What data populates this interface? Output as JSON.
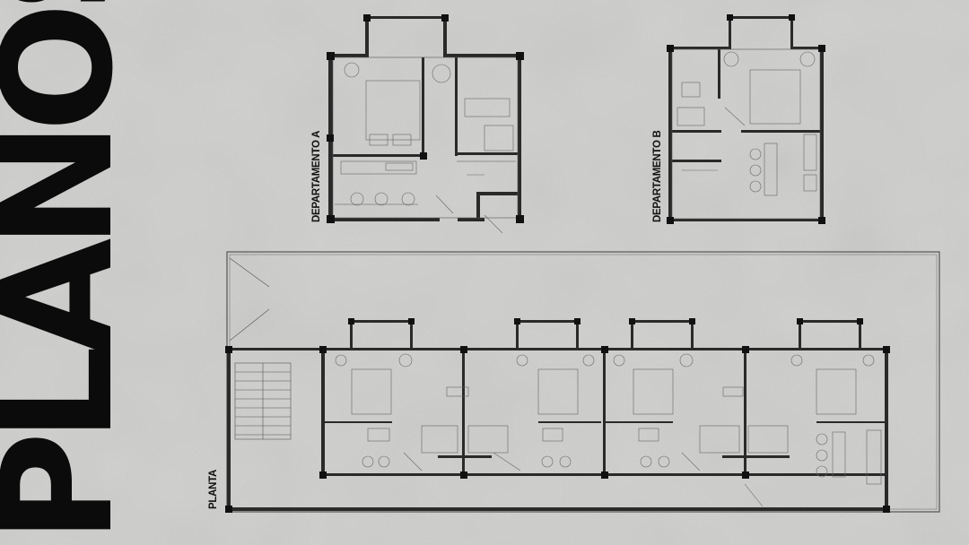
{
  "title": "PLANOS",
  "labels": {
    "dept_a": "DEPARTAMENTO A",
    "dept_b": "DEPARTAMENTO B",
    "planta": "PLANTA"
  },
  "colors": {
    "background": "#cfcfcd",
    "title": "#0b0b0b",
    "walls": "#2a2a2a"
  }
}
